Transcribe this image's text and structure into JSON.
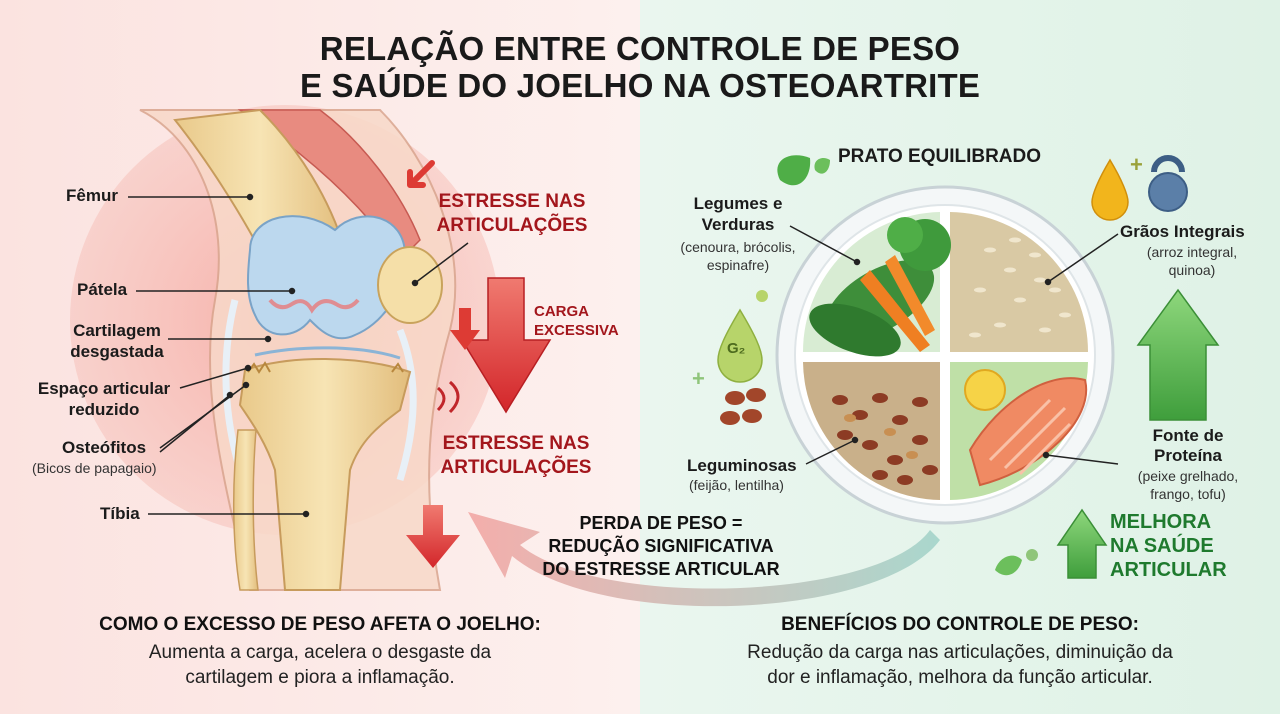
{
  "title": {
    "line1": "RELAÇÃO ENTRE CONTROLE DE PESO",
    "line2": "E SAÚDE DO JOELHO NA OSTEOARTRITE"
  },
  "knee": {
    "femur": "Fêmur",
    "patella": "Pátela",
    "cartilage": "Cartilagem\ndesgastada",
    "joint_space": "Espaço articular\nreduzido",
    "osteophytes": "Osteófitos",
    "osteophytes_sub": "(Bicos de papagaio)",
    "tibia": "Tíbia",
    "stress_top": "ESTRESSE NAS\nARTICULAÇÕES",
    "excess_load": "CARGA\nEXCESSIVA",
    "stress_bottom": "ESTRESSE NAS\nARTICULAÇÕES"
  },
  "plate": {
    "title": "PRATO EQUILIBRADO",
    "vegetables": "Legumes e\nVerduras",
    "vegetables_sub": "(cenoura, brócolis,\nespinafre)",
    "grains": "Grãos Integrais",
    "grains_sub": "(arroz integral,\nquinoa)",
    "legumes": "Leguminosas",
    "legumes_sub": "(feijão, lentilha)",
    "protein": "Fonte de\nProteína",
    "protein_sub": "(peixe grelhado,\nfrango, tofu)",
    "improvement": "MELHORA\nNA SAÚDE\nARTICULAR",
    "drop_glyph": "G₂"
  },
  "weight_loss": "PERDA DE PESO =\nREDUÇÃO SIGNIFICATIVA\nDO ESTRESSE ARTICULAR",
  "bottom_left": {
    "heading": "COMO O EXCESSO DE PESO AFETA O JOELHO:",
    "text": "Aumenta a carga, acelera o desgaste da\ncartilagem e piora a inflamação."
  },
  "bottom_right": {
    "heading": "BENEFÍCIOS DO CONTROLE DE PESO:",
    "text": "Redução da carga nas articulações, diminuição da\ndor e inflamação, melhora da função articular."
  },
  "colors": {
    "stress_red": "#a3161c",
    "arrow_red": "#dd3b34",
    "health_green": "#1f7a2e",
    "arrow_green": "#5fbf56",
    "cartilage_blue": "#bcd8ee",
    "bone": "#f3dca6"
  },
  "icons": [
    "oil-drop-icon",
    "kettlebell-icon",
    "leaf-icon",
    "plus-icon",
    "beans-icon"
  ]
}
